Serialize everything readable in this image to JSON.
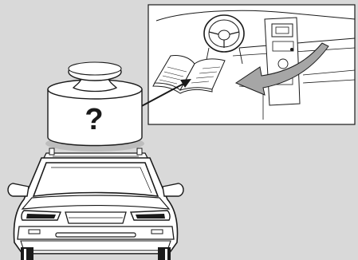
{
  "weight_label": "?",
  "colors": {
    "background": "#d9d9d9",
    "panel": "#ffffff",
    "line": "#1a1a1a",
    "arrow_fill": "#a6a6a6",
    "shadow": "#bdbdbd"
  },
  "icons": [
    "dashboard-inset",
    "owners-manual-book",
    "weight-icon",
    "car-front",
    "pointer-arrow",
    "curved-arrow"
  ]
}
